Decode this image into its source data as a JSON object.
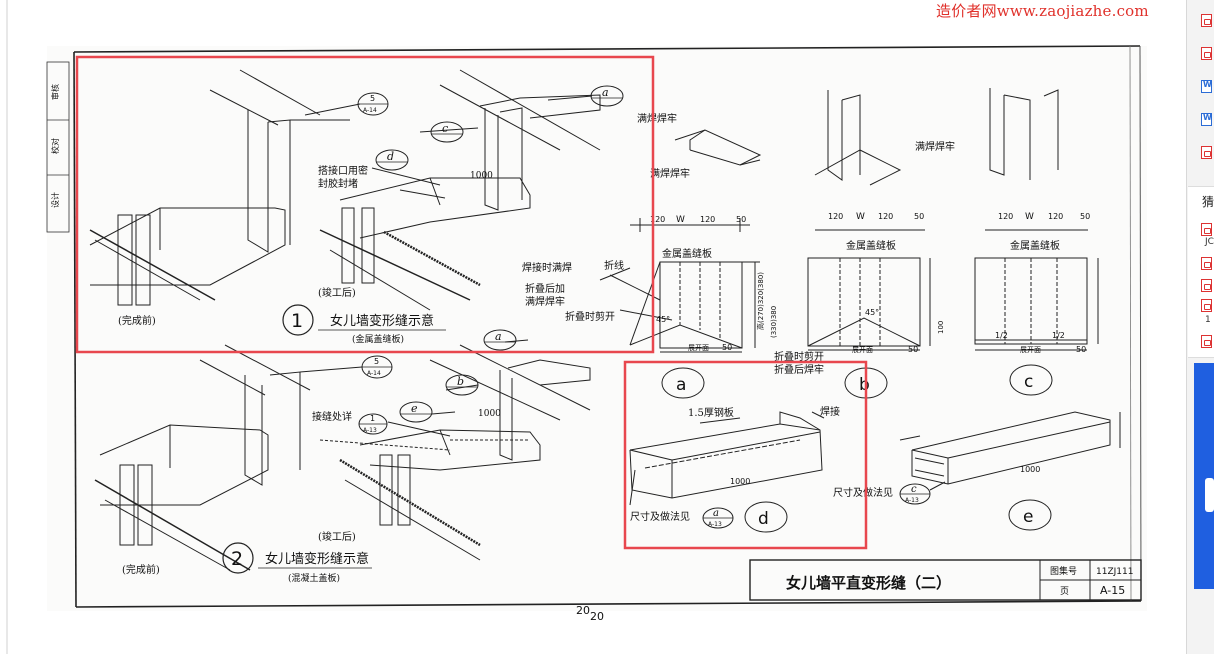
{
  "watermark": "造价者网www.zaojiazhe.com",
  "drawing": {
    "corner_marks": [
      "审核",
      "校对",
      "设计"
    ],
    "detail_1": {
      "number": "1",
      "title": "女儿墙变形缝示意",
      "subtitle": "(金属盖缝板)",
      "before_label": "(完成前)",
      "after_label": "(竣工后)",
      "annotations": [
        "搭接口用密",
        "封胶封堵",
        "1000"
      ],
      "refs": [
        {
          "top": "5",
          "bottom": "A-14"
        },
        {
          "top": "c",
          "bottom": ""
        },
        {
          "top": "d",
          "bottom": ""
        },
        {
          "top": "a",
          "bottom": ""
        }
      ]
    },
    "detail_2": {
      "number": "2",
      "title": "女儿墙变形缝示意",
      "subtitle": "(混凝土盖板)",
      "before_label": "(完成前)",
      "after_label": "(竣工后)",
      "joint_label": "接缝处详",
      "annotations": [
        "1000"
      ],
      "refs": [
        {
          "top": "5",
          "bottom": "A-14"
        },
        {
          "top": "a",
          "bottom": ""
        },
        {
          "top": "b",
          "bottom": ""
        },
        {
          "top": "e",
          "bottom": ""
        },
        {
          "top": "1",
          "bottom": "A-13"
        }
      ]
    },
    "detail_a": {
      "label": "a",
      "weld_top": "满焊焊牢",
      "weld_bottom": "满焊焊牢",
      "dims": [
        "120",
        "W",
        "120",
        "50"
      ],
      "plate": "金属盖缝板",
      "weld_full": "焊接时满焊",
      "fold": "折线",
      "fold_add_1": "折叠后加",
      "fold_add_2": "满焊焊牢",
      "fold_cut": "折叠时剪开",
      "angle": "45°",
      "heights": "高(270)320(380)",
      "heights2": "(330)380",
      "spread": "展开面",
      "side": "50"
    },
    "detail_b": {
      "label": "b",
      "dims": [
        "120",
        "W",
        "120",
        "50"
      ],
      "plate": "金属盖缝板",
      "angle": "45°",
      "fold_cut": "折叠时剪开",
      "fold_weld": "折叠后焊牢",
      "spread": "展开面",
      "side": "50",
      "height": "100"
    },
    "detail_c": {
      "label": "c",
      "weld": "满焊焊牢",
      "dims": [
        "120",
        "W",
        "120",
        "50"
      ],
      "plate": "金属盖缝板",
      "half_left": "1/2",
      "half_right": "1/2",
      "spread": "展开面",
      "side": "50"
    },
    "detail_d": {
      "label": "d",
      "plate": "1.5厚钢板",
      "weld": "焊接",
      "length": "1000",
      "size_note": "尺寸及做法见",
      "ref": {
        "top": "a",
        "bottom": "A-13"
      }
    },
    "detail_e": {
      "label": "e",
      "length": "1000",
      "size_note": "尺寸及做法见",
      "ref": {
        "top": "c",
        "bottom": "A-13"
      }
    },
    "title_block": {
      "title": "女儿墙平直变形缝（二）",
      "atlas_label": "图集号",
      "atlas_value": "11ZJ111",
      "page_label": "页",
      "page_value": "A-15"
    },
    "page_numbers": [
      "20",
      "20"
    ]
  },
  "sidebar": {
    "heading": "猜",
    "icons": [
      "pdf",
      "pdf",
      "word",
      "word",
      "pdf",
      "pdf",
      "pdf",
      "pdf",
      "pdf",
      "pdf"
    ],
    "items": [
      "JC",
      "1"
    ]
  },
  "colors": {
    "highlight": "#e8474e",
    "watermark": "#e0312b",
    "ad_blue": "#1f5fe0"
  }
}
